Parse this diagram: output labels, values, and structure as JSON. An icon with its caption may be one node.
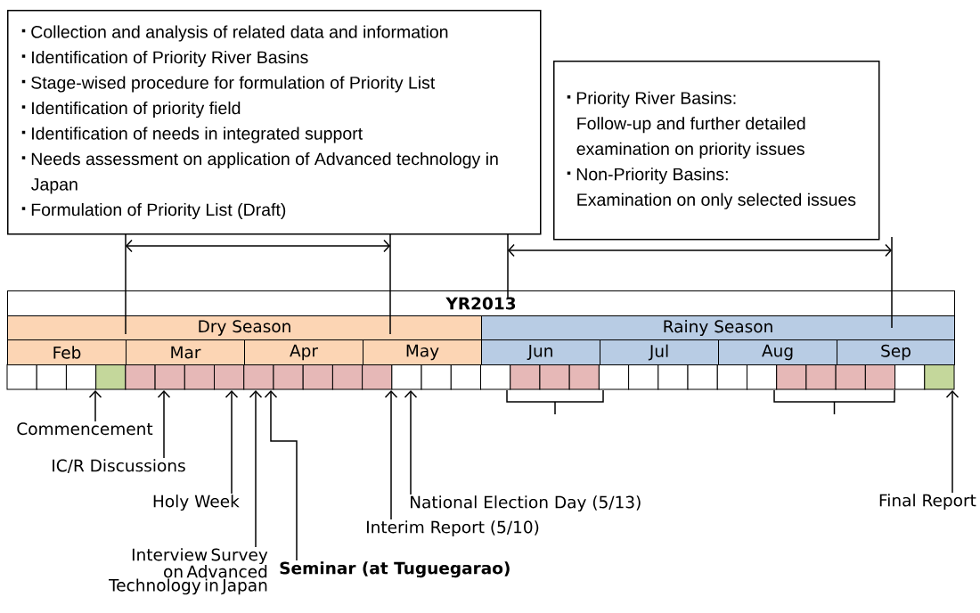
{
  "diagram": {
    "nodes": [
      {
        "text": [
          "Collection and analysis of related data and information",
          "Identification of Priority River Basins",
          "Stage-wised procedure for formulation of Priority List",
          "Identification of priority field",
          "Identification of needs in integrated support",
          "Needs assessment on application of Advanced technology in Japan",
          "Formulation of Priority List (Draft)"
        ]
      },
      {
        "text": [
          "Priority River Basins:",
          "Follow-up and further detailed examination on priority issues",
          "Non-Priority Basins:",
          "Examination on only selected issues"
        ]
      },
      {
        "text": [
          "YR2013"
        ]
      },
      {
        "text": [
          "Dry Season"
        ]
      },
      {
        "text": [
          "Rainy Season"
        ]
      },
      {
        "text": [
          "Feb"
        ]
      },
      {
        "text": [
          "Mar"
        ]
      },
      {
        "text": [
          "Apr"
        ]
      },
      {
        "text": [
          "May"
        ]
      },
      {
        "text": [
          "Jun"
        ]
      },
      {
        "text": [
          "Jul"
        ]
      },
      {
        "text": [
          "Aug"
        ]
      },
      {
        "text": [
          "Sep"
        ]
      },
      {
        "text": [
          "Commencement"
        ]
      },
      {
        "text": [
          "IC/R Discussions"
        ]
      },
      {
        "text": [
          "Holy Week"
        ]
      },
      {
        "text": [
          "Interview Survey on Advanced Technology in Japan"
        ]
      },
      {
        "text": [
          "Seminar (at Tuguegarao)"
        ]
      },
      {
        "text": [
          "Interim Report (5/10)"
        ]
      },
      {
        "text": [
          "National Election Day (5/13)"
        ]
      },
      {
        "text": [
          "Final Report"
        ]
      }
    ],
    "edges": [
      {
        "from": 13,
        "to": 5,
        "arrow": "to"
      },
      {
        "from": 14,
        "to": 6,
        "arrow": "to"
      },
      {
        "from": 15,
        "to": 6,
        "arrow": "to"
      },
      {
        "from": 16,
        "to": 7,
        "arrow": "to"
      },
      {
        "from": 17,
        "to": 7,
        "arrow": "to"
      },
      {
        "from": 18,
        "to": 8,
        "arrow": "to"
      },
      {
        "from": 19,
        "to": 8,
        "arrow": "to"
      },
      {
        "from": 20,
        "to": 12,
        "arrow": "to"
      }
    ]
  }
}
